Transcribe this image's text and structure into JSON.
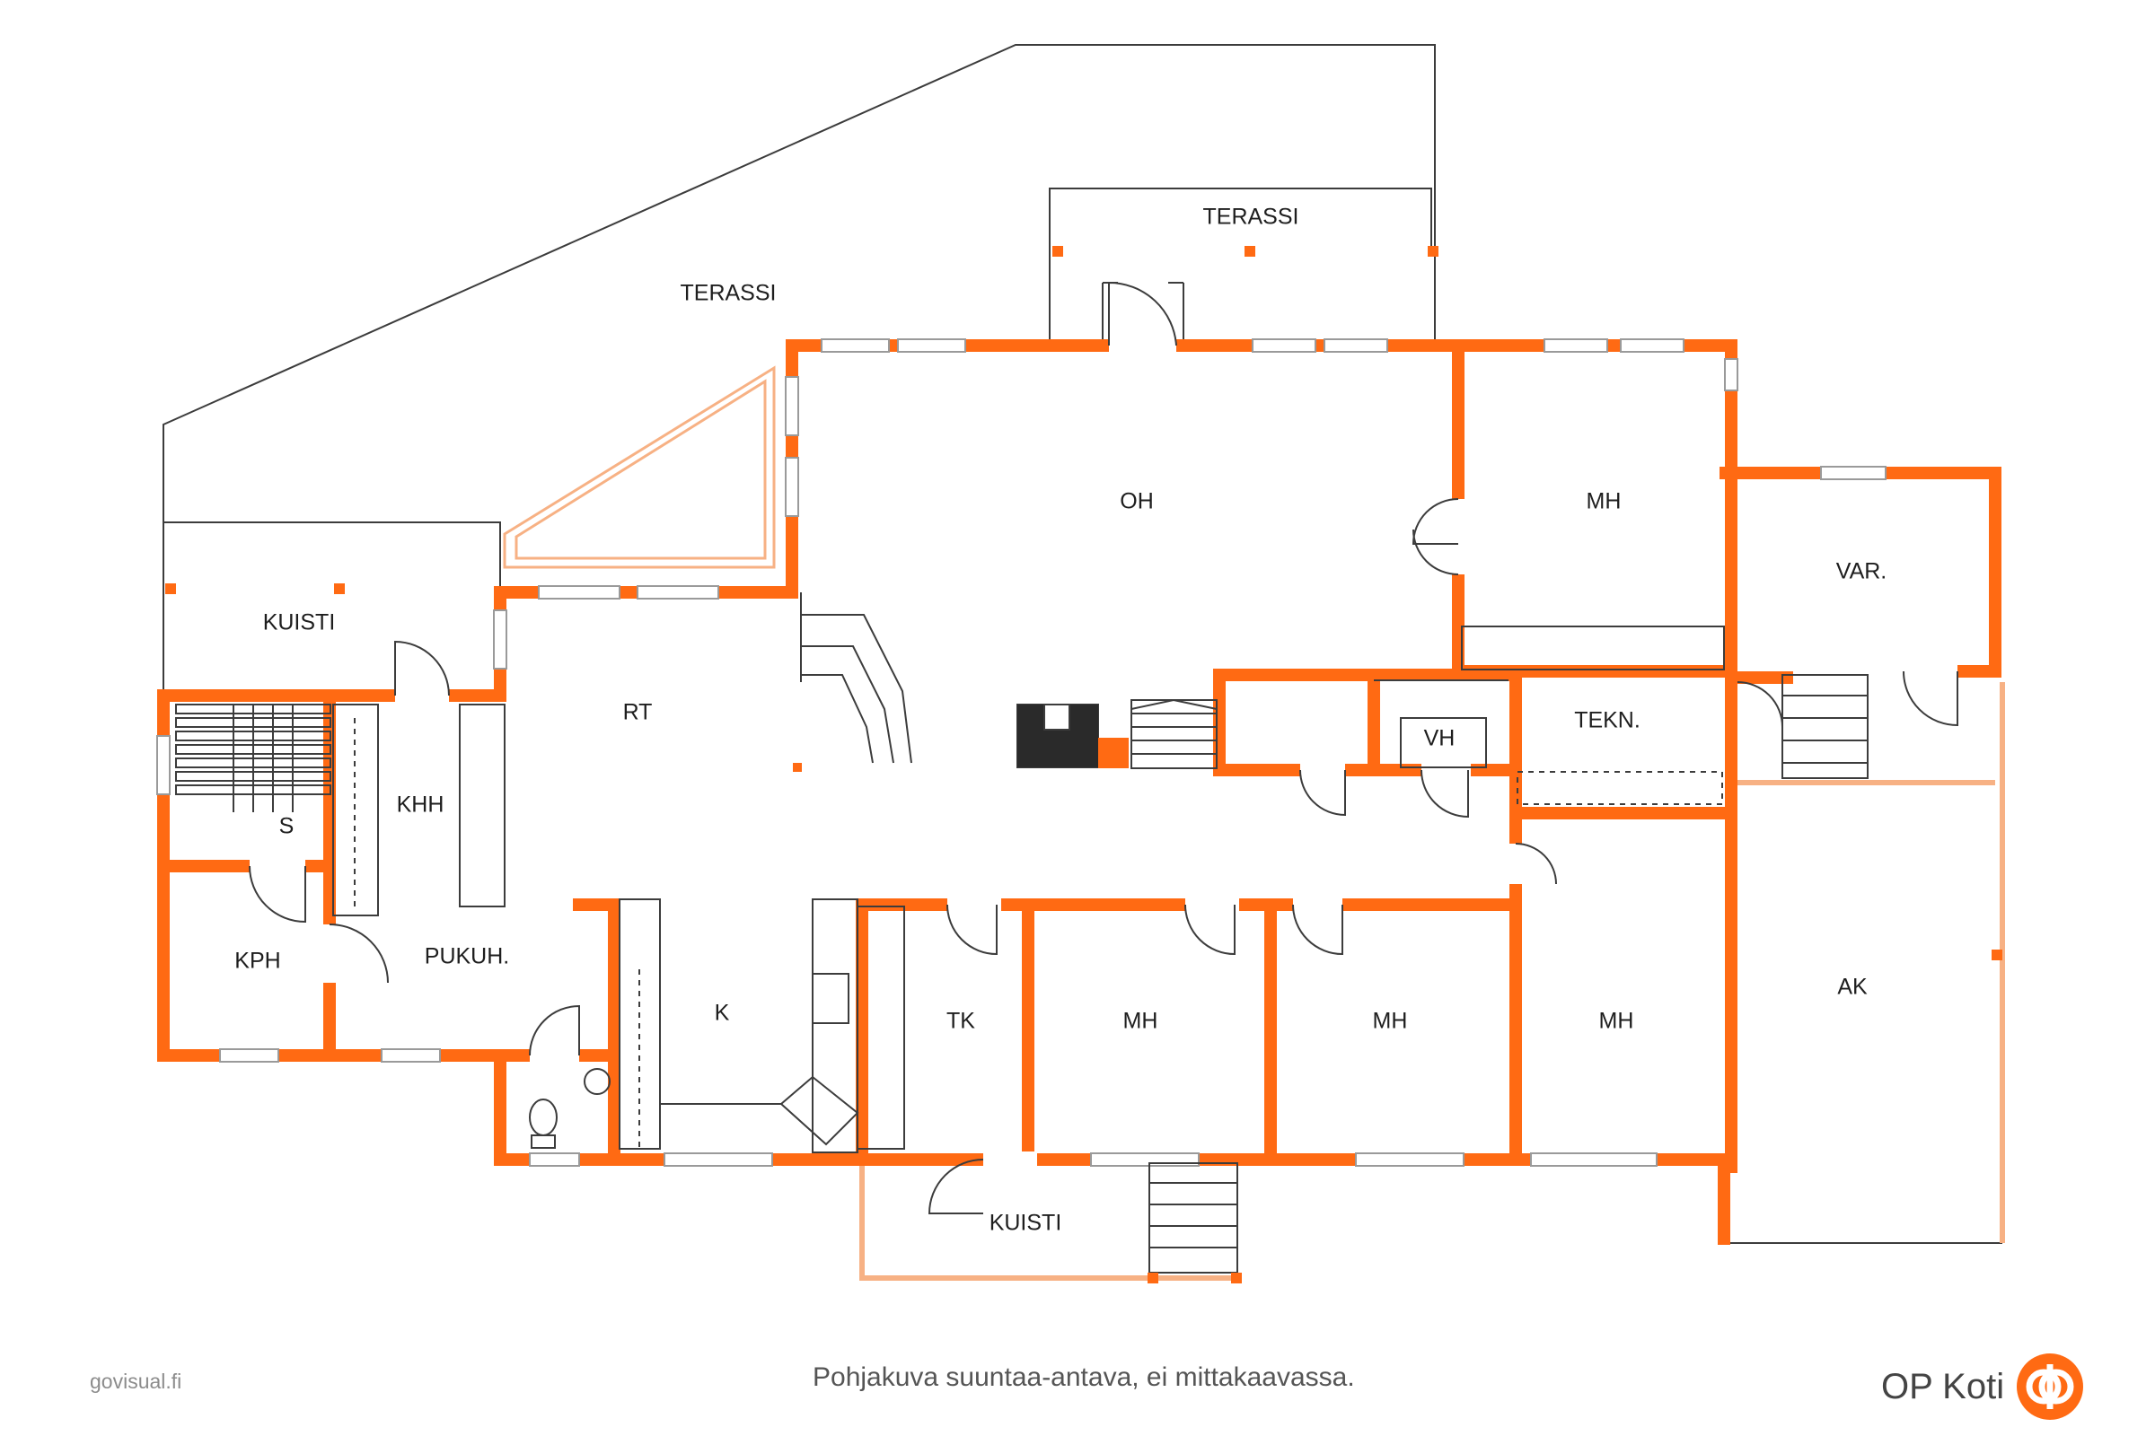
{
  "plan": {
    "rooms": [
      {
        "id": "terassi-main",
        "label": "TERASSI"
      },
      {
        "id": "terassi-top",
        "label": "TERASSI"
      },
      {
        "id": "kuisti-west",
        "label": "KUISTI"
      },
      {
        "id": "oh",
        "label": "OH"
      },
      {
        "id": "mh-ne",
        "label": "MH"
      },
      {
        "id": "var",
        "label": "VAR."
      },
      {
        "id": "rt",
        "label": "RT"
      },
      {
        "id": "tekn",
        "label": "TEKN."
      },
      {
        "id": "vh",
        "label": "VH"
      },
      {
        "id": "khh",
        "label": "KHH"
      },
      {
        "id": "s",
        "label": "S"
      },
      {
        "id": "kph",
        "label": "KPH"
      },
      {
        "id": "pukuh",
        "label": "PUKUH."
      },
      {
        "id": "k",
        "label": "K"
      },
      {
        "id": "tk",
        "label": "TK"
      },
      {
        "id": "mh-1",
        "label": "MH"
      },
      {
        "id": "mh-2",
        "label": "MH"
      },
      {
        "id": "mh-3",
        "label": "MH"
      },
      {
        "id": "ak",
        "label": "AK"
      },
      {
        "id": "kuisti-south",
        "label": "KUISTI"
      }
    ],
    "colors": {
      "wall": "#ff6a13",
      "outline": "#3c3c3c",
      "window": "#9a9a9a",
      "light_wall": "#f7b184"
    }
  },
  "footer": {
    "note": "Pohjakuva suuntaa-antava, ei mittakaavassa.",
    "credit": "govisual.fi",
    "brand": "OP Koti",
    "logo_icon": "op-logo-icon"
  }
}
